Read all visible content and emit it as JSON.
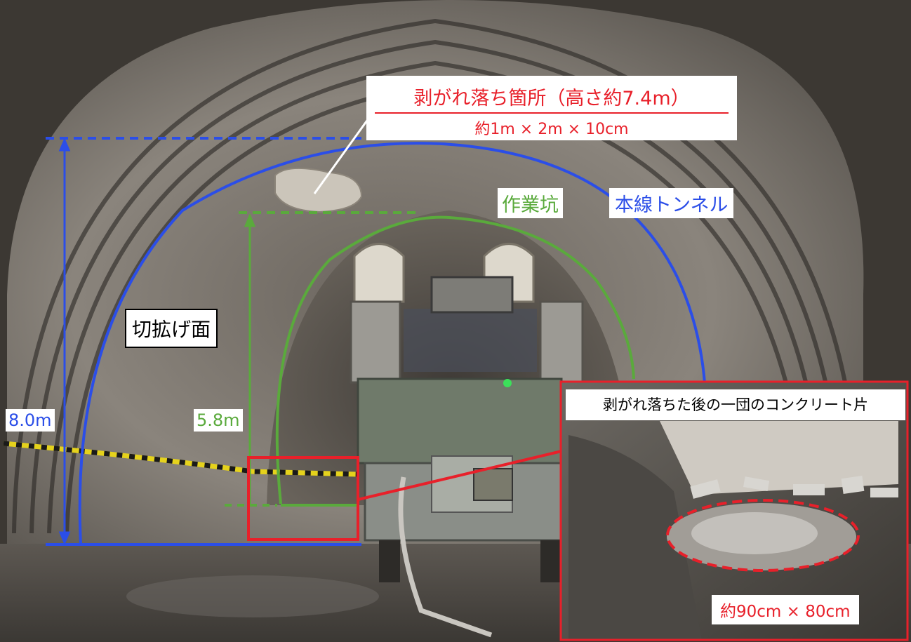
{
  "annotations": {
    "spall_title": "剥がれ落ち箇所（高さ約7.4m）",
    "spall_size": "約1m × 2m × 10cm",
    "work_tunnel_label": "作業坑",
    "main_tunnel_label": "本線トンネル",
    "widened_face_label": "切拡げ面",
    "main_tunnel_height": "8.0m",
    "work_tunnel_height": "5.8m",
    "inset_caption": "剥がれ落ちた後の一団のコンクリート片",
    "debris_size": "約90cm × 80cm"
  },
  "colors": {
    "main_tunnel": "#2b4ee8",
    "work_tunnel": "#5aaa3c",
    "highlight": "#e8202a"
  }
}
